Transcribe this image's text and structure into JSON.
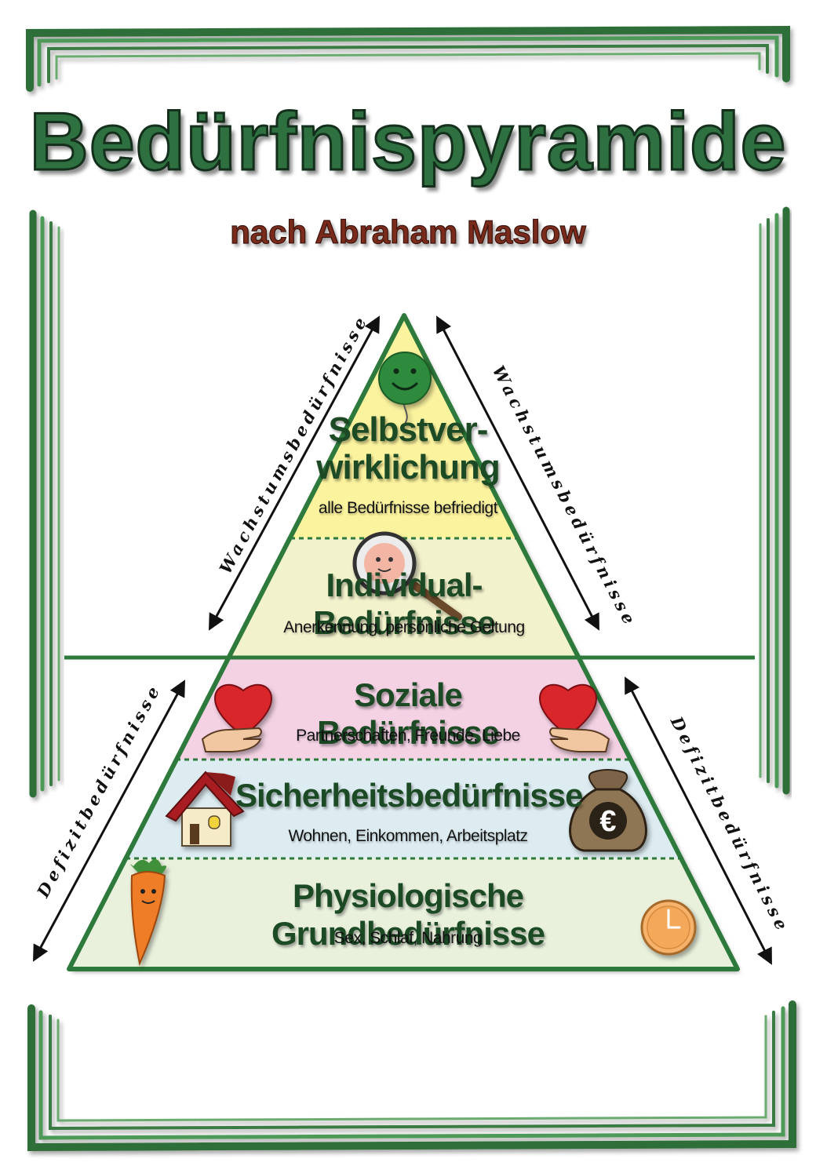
{
  "title": "Bedürfnispyramide",
  "subtitle": "nach Abraham Maslow",
  "side_labels": {
    "growth_left": "Wachstumsbedürfnisse",
    "growth_right": "Wachstumsbedürfnisse",
    "deficit_left": "Defizitbedürfnisse",
    "deficit_right": "Defizitbedürfnisse"
  },
  "levels": [
    {
      "title_line1": "Selbstver-",
      "title_line2": "wirklichung",
      "subtitle": "alle Bedürfnisse befriedigt",
      "icon": "smiley-balloon-icon",
      "color": "#fbf39e"
    },
    {
      "title": "Individual-Bedürfnisse",
      "subtitle": "Anerkennung, persönliche Geltung",
      "icon": "magnifier-face-icon",
      "color": "#f2f2cc"
    },
    {
      "title": "Soziale Bedürfnisse",
      "subtitle": "Partnerschaften, Freunde, Liebe",
      "icon": "heart-hand-icon",
      "color": "#f4d2e4"
    },
    {
      "title": "Sicherheitsbedürfnisse",
      "subtitle": "Wohnen, Einkommen, Arbeitsplatz",
      "icon": "house-icon",
      "color": "#dcecf1"
    },
    {
      "title": "Physiologische Grundbedürfnisse",
      "subtitle": "Sex, Schlaf, Nahrung",
      "icon": "carrot-icon",
      "color": "#e9f1dd"
    }
  ],
  "money_bag_symbol": "€",
  "colors": {
    "frame": "#3b7b44",
    "pyramid_outline": "#2e7a3c",
    "title": "#2e7040",
    "subtitle": "#7a2b1c"
  }
}
